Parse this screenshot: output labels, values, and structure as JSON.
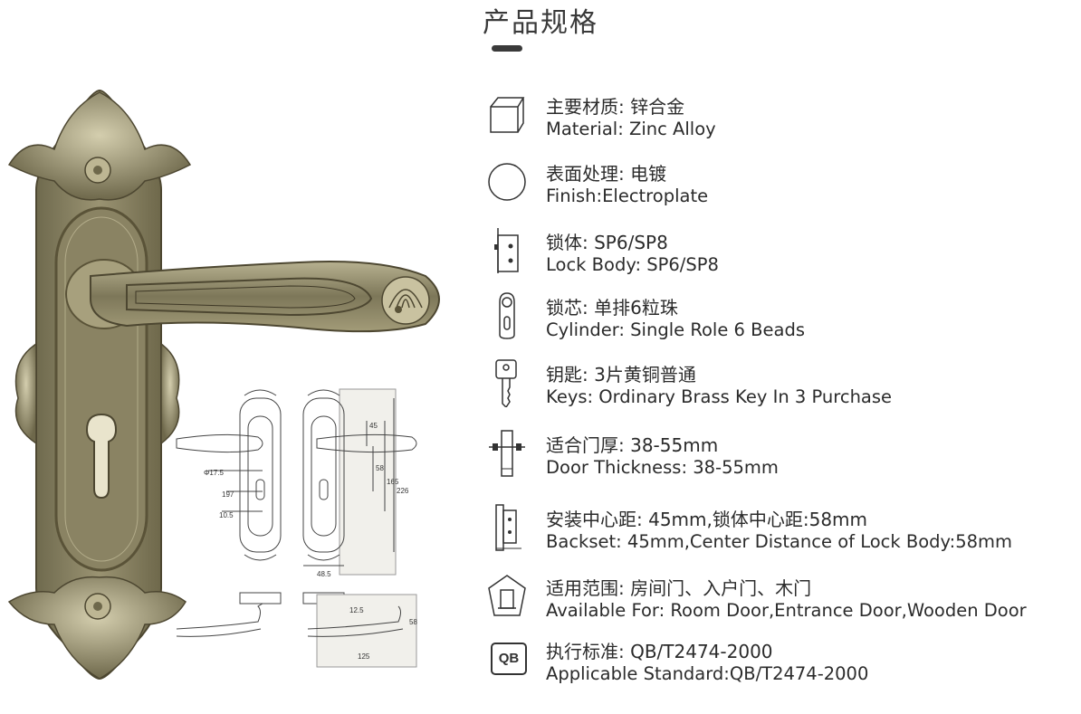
{
  "title": "产品规格",
  "specs": [
    {
      "icon": "cube-icon",
      "zh": "主要材质: 锌合金",
      "en": "Material: Zinc Alloy"
    },
    {
      "icon": "circle-icon",
      "zh": "表面处理: 电镀",
      "en": "Finish:Electroplate"
    },
    {
      "icon": "lock-body-icon",
      "zh": "锁体: SP6/SP8",
      "en": "Lock Body: SP6/SP8"
    },
    {
      "icon": "cylinder-icon",
      "zh": "锁芯: 单排6粒珠",
      "en": "Cylinder: Single Role 6 Beads"
    },
    {
      "icon": "key-icon",
      "zh": "钥匙: 3片黄铜普通",
      "en": "Keys: Ordinary Brass Key In 3 Purchase"
    },
    {
      "icon": "door-thickness-icon",
      "zh": "适合门厚: 38-55mm",
      "en": "Door Thickness: 38-55mm"
    },
    {
      "icon": "backset-icon",
      "zh": "安装中心距: 45mm,锁体中心距:58mm",
      "en": "Backset: 45mm,Center Distance of Lock Body:58mm"
    },
    {
      "icon": "house-door-icon",
      "zh": "适用范围: 房间门、入户门、木门",
      "en": "Available For: Room Door,Entrance Door,Wooden Door"
    },
    {
      "icon": "qb-standard-icon",
      "badge": "QB",
      "zh": "执行标准: QB/T2474-2000",
      "en": "Applicable Standard:QB/T2474-2000"
    }
  ],
  "dimensions": {
    "d1": "45",
    "d2": "58",
    "d3": "165",
    "d4": "226",
    "phi": "Φ17.5",
    "d5": "197",
    "d6": "10.5",
    "d7": "48.5",
    "d8": "12.5",
    "d9": "58",
    "d10": "125"
  },
  "colors": {
    "brass": "#8f8764",
    "brass_dark": "#5a5338",
    "brass_light": "#c9c2a0"
  }
}
